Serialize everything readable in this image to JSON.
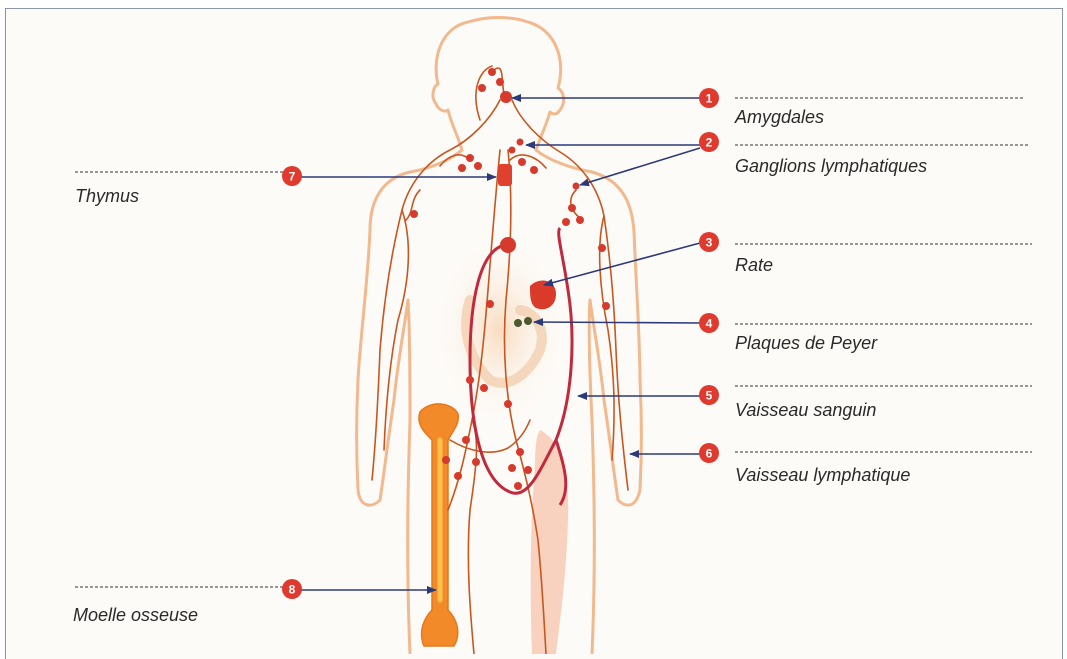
{
  "colors": {
    "marker": "#e03a2e",
    "arrow": "#2c3a7a",
    "lymph": "#c4501f",
    "blood": "#c0283a",
    "body_outline": "#f0b48a",
    "bone": "#f08c2a"
  },
  "callouts": [
    {
      "number": "1",
      "label": "Amygdales"
    },
    {
      "number": "2",
      "label": "Ganglions lymphatiques"
    },
    {
      "number": "3",
      "label": "Rate"
    },
    {
      "number": "4",
      "label": "Plaques de Peyer"
    },
    {
      "number": "5",
      "label": "Vaisseau sanguin"
    },
    {
      "number": "6",
      "label": "Vaisseau lymphatique"
    },
    {
      "number": "7",
      "label": "Thymus"
    },
    {
      "number": "8",
      "label": "Moelle osseuse"
    }
  ]
}
